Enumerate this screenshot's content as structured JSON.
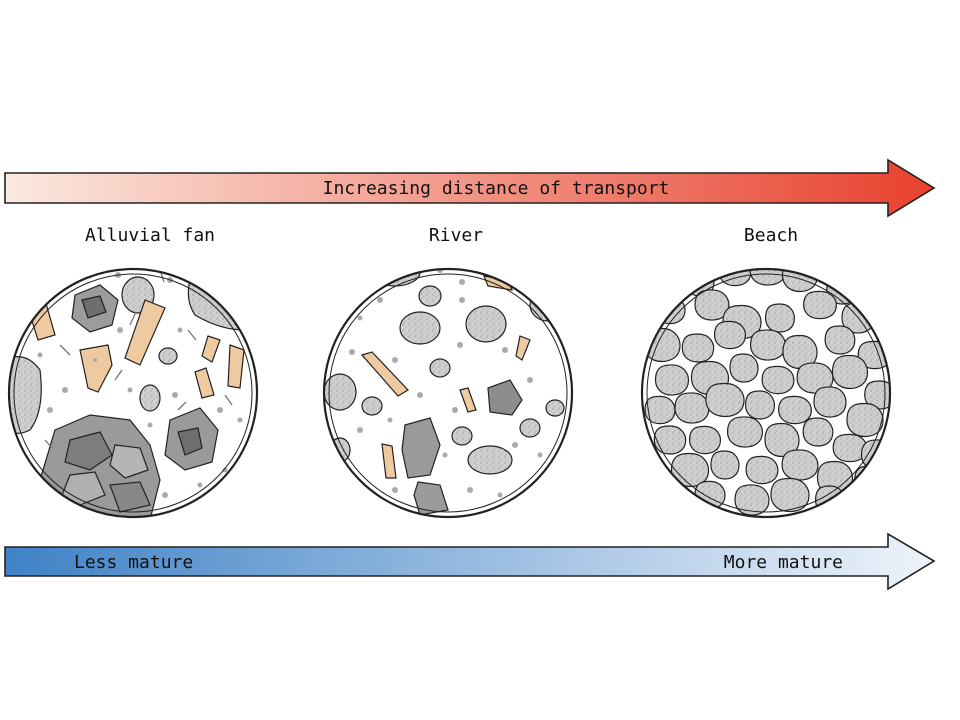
{
  "top_arrow": {
    "label": "Increasing distance of transport",
    "gradient_start": "#fbe9df",
    "gradient_end": "#e8412e"
  },
  "bottom_arrow": {
    "left_label": "Less mature",
    "right_label": "More mature",
    "gradient_start": "#3f82c6",
    "gradient_end": "#eef3fa"
  },
  "panels": [
    {
      "label": "Alluvial fan"
    },
    {
      "label": "River"
    },
    {
      "label": "Beach"
    }
  ],
  "colors": {
    "grain_fill": "#c9c9c9",
    "rock_fill": "#8f8f8f",
    "feldspar_fill": "#efc9a0",
    "outline": "#222222"
  }
}
